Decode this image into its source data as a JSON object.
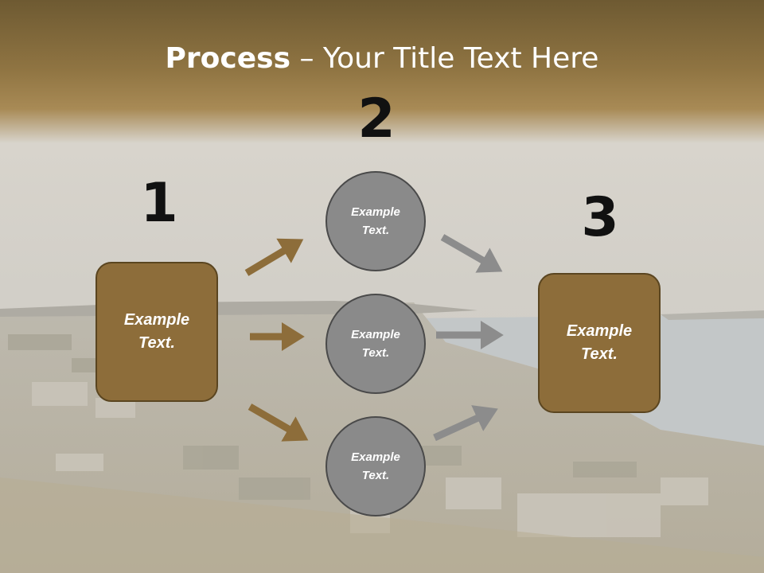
{
  "title": {
    "bold": "Process",
    "rest": " – Your Title Text Here"
  },
  "steps": {
    "one": "1",
    "two": "2",
    "three": "3"
  },
  "left_box": {
    "text": "Example Text."
  },
  "right_box": {
    "text": "Example Text."
  },
  "circles": [
    {
      "text": "Example Text."
    },
    {
      "text": "Example Text."
    },
    {
      "text": "Example Text."
    }
  ],
  "colors": {
    "brown": "#8d6d3a",
    "brown_arrow": "#8d6d3a",
    "gray": "#8a8a8a",
    "gray_arrow": "#8c8c8c",
    "header": "#7a5f32"
  }
}
